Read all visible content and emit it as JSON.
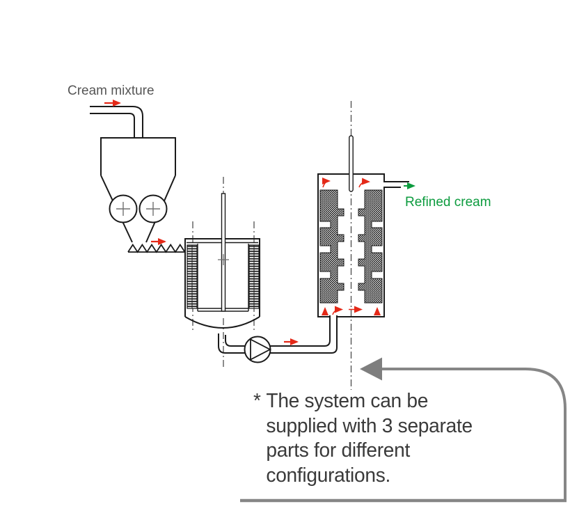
{
  "diagram": {
    "labels": {
      "cream_mixture": "Cream mixture",
      "refined_cream": "Refined cream"
    },
    "annotation": {
      "marker": "*",
      "lines": [
        "The system can be",
        "supplied with 3 separate",
        "parts for different",
        "configurations."
      ]
    },
    "colors": {
      "outline": "#1a1a1a",
      "flow_arrow_red": "#e42918",
      "outflow_arrow_green": "#0c9b3e",
      "callout_gray": "#7e7e7e",
      "input_label_gray": "#565656",
      "annotation_text": "#3a3a3a"
    }
  }
}
